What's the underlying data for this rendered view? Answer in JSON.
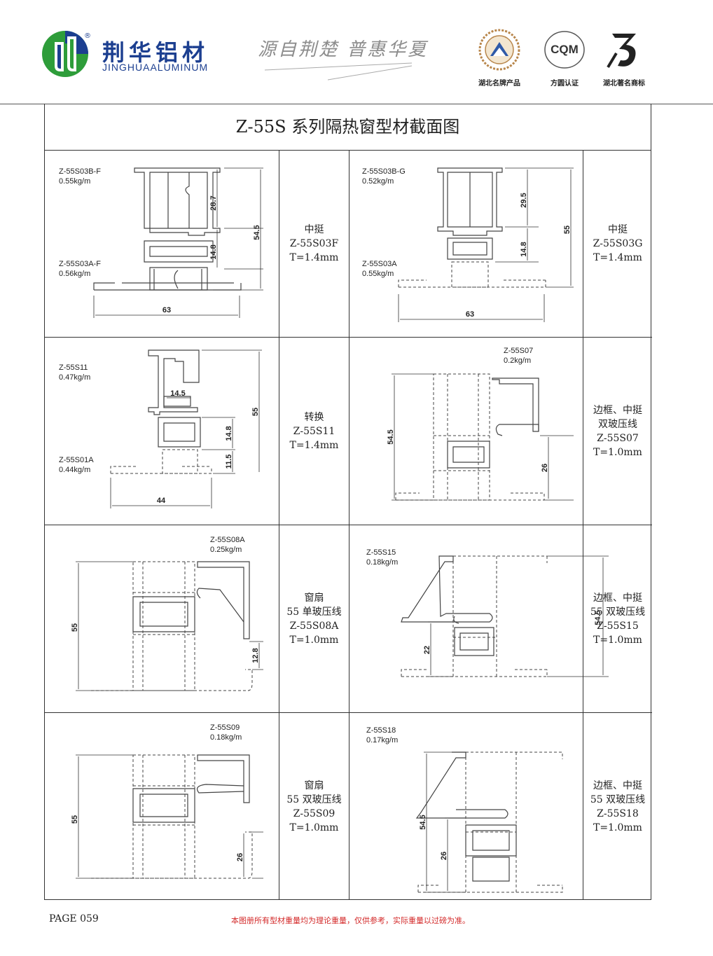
{
  "header": {
    "brand_cn": "荆华铝材",
    "brand_en": "JINGHUAALUMINUM",
    "registered": "®",
    "slogan": "源自荆楚  普惠华夏",
    "badges": [
      {
        "caption": "湖北名牌产品"
      },
      {
        "caption": "方圆认证",
        "mark": "CQM"
      },
      {
        "caption": "湖北著名商标"
      }
    ]
  },
  "title": "Z-55S 系列隔热窗型材截面图",
  "cells": [
    {
      "labels": [
        "Z-55S03B-F",
        "0.55kg/m",
        "Z-55S03A-F",
        "0.56kg/m"
      ],
      "dims": [
        "28.7",
        "14.8",
        "54.5",
        "63"
      ],
      "desc": [
        "中挺",
        "Z-55S03F",
        "T=1.4mm"
      ]
    },
    {
      "labels": [
        "Z-55S03B-G",
        "0.52kg/m",
        "Z-55S03A",
        "0.55kg/m"
      ],
      "dims": [
        "29.5",
        "14.8",
        "55",
        "63"
      ],
      "desc": [
        "中挺",
        "Z-55S03G",
        "T=1.4mm"
      ]
    },
    {
      "labels": [
        "Z-55S11",
        "0.47kg/m",
        "Z-55S01A",
        "0.44kg/m"
      ],
      "dims": [
        "14.5",
        "14.8",
        "11.5",
        "55",
        "44"
      ],
      "desc": [
        "转换",
        "Z-55S11",
        "T=1.4mm"
      ]
    },
    {
      "labels": [
        "Z-55S07",
        "0.2kg/m"
      ],
      "dims": [
        "54.5",
        "26"
      ],
      "desc": [
        "边框、中挺",
        "双玻压线",
        "Z-55S07",
        "T=1.0mm"
      ]
    },
    {
      "labels": [
        "Z-55S08A",
        "0.25kg/m"
      ],
      "dims": [
        "55",
        "12.8"
      ],
      "desc": [
        "窗扇",
        "55 单玻压线",
        "Z-55S08A",
        "T=1.0mm"
      ]
    },
    {
      "labels": [
        "Z-55S15",
        "0.18kg/m"
      ],
      "dims": [
        "22",
        "54.5"
      ],
      "desc": [
        "边框、中挺",
        "55 双玻压线",
        "Z-55S15",
        "T=1.0mm"
      ]
    },
    {
      "labels": [
        "Z-55S09",
        "0.18kg/m"
      ],
      "dims": [
        "55",
        "26"
      ],
      "desc": [
        "窗扇",
        "55 双玻压线",
        "Z-55S09",
        "T=1.0mm"
      ]
    },
    {
      "labels": [
        "Z-55S18",
        "0.17kg/m"
      ],
      "dims": [
        "54.5",
        "26"
      ],
      "desc": [
        "边框、中挺",
        "55 双玻压线",
        "Z-55S18",
        "T=1.0mm"
      ]
    }
  ],
  "footer": {
    "page": "PAGE 059",
    "note": "本图册所有型材重量均为理论重量，仅供参考，实际重量以过磅为准。"
  },
  "colors": {
    "brand_blue": "#1c3f90",
    "brand_green": "#2e9d3a",
    "note_red": "#d32a2a"
  }
}
